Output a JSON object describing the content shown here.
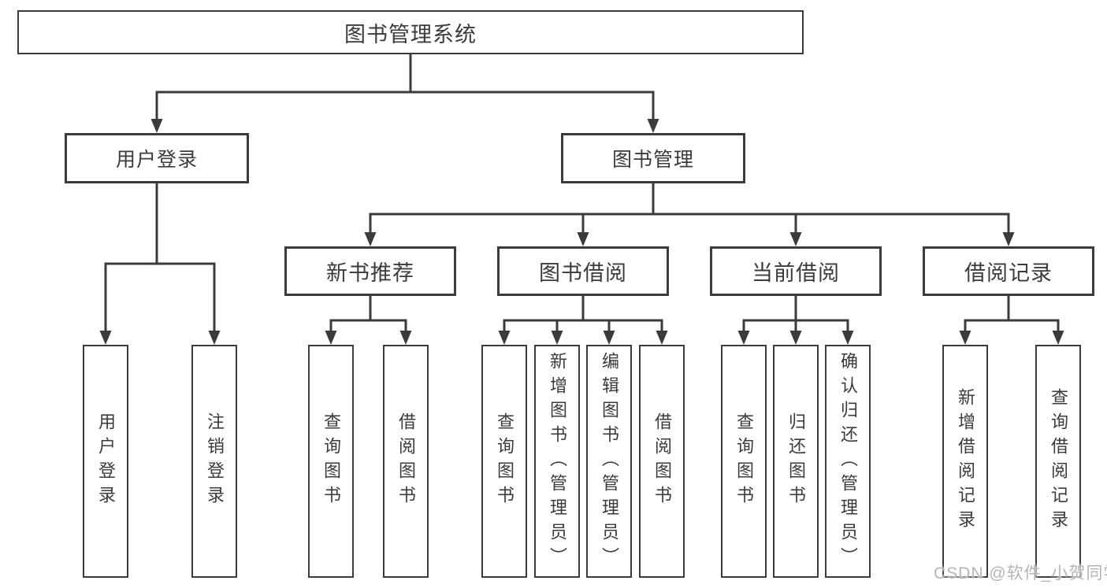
{
  "diagram": {
    "root": {
      "label": "图书管理系统"
    },
    "level2": [
      {
        "label": "用户登录",
        "children": [
          {
            "label": "用户登录"
          },
          {
            "label": "注销登录"
          }
        ]
      },
      {
        "label": "图书管理",
        "children": [
          {
            "label": "新书推荐",
            "children": [
              {
                "label": "查询图书"
              },
              {
                "label": "借阅图书"
              }
            ]
          },
          {
            "label": "图书借阅",
            "children": [
              {
                "label": "查询图书"
              },
              {
                "label": "新增图书（管理员）"
              },
              {
                "label": "编辑图书（管理员）"
              },
              {
                "label": "借阅图书"
              }
            ]
          },
          {
            "label": "当前借阅",
            "children": [
              {
                "label": "查询图书"
              },
              {
                "label": "归还图书"
              },
              {
                "label": "确认归还（管理员）"
              }
            ]
          },
          {
            "label": "借阅记录",
            "children": [
              {
                "label": "新增借阅记录"
              },
              {
                "label": "查询借阅记录"
              }
            ]
          }
        ]
      }
    ],
    "watermark": "CSDN @软件_小贺同学",
    "colors": {
      "line": "#3b3b3b",
      "text": "#3b3b3b",
      "watermark": "#b5b5b5",
      "background": "#ffffff"
    }
  }
}
